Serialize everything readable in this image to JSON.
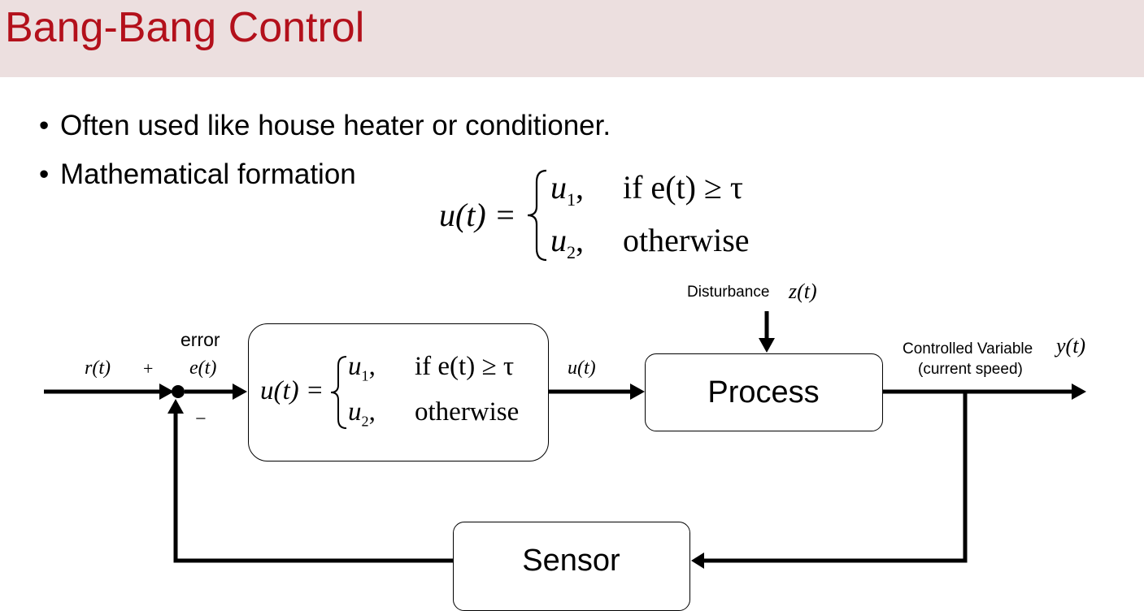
{
  "slide": {
    "title": "Bang-Bang Control",
    "bullets": [
      "Often used like house heater or conditioner.",
      "Mathematical formation"
    ]
  },
  "equation": {
    "lhs": "u(t) =",
    "case1_value": "u",
    "case1_sub": "1",
    "case1_cond": "if e(t) ≥ τ",
    "case2_value": "u",
    "case2_sub": "2",
    "case2_cond": "otherwise",
    "comma": ","
  },
  "diagram": {
    "input_label": "r(t)",
    "plus_sign": "+",
    "minus_sign": "−",
    "error_label": "error",
    "error_signal": "e(t)",
    "control_signal": "u(t)",
    "disturbance_label": "Disturbance",
    "disturbance_signal": "z(t)",
    "process_label": "Process",
    "sensor_label": "Sensor",
    "output_label": "Controlled Variable",
    "output_signal": "y(t)",
    "output_note": "(current speed)"
  }
}
